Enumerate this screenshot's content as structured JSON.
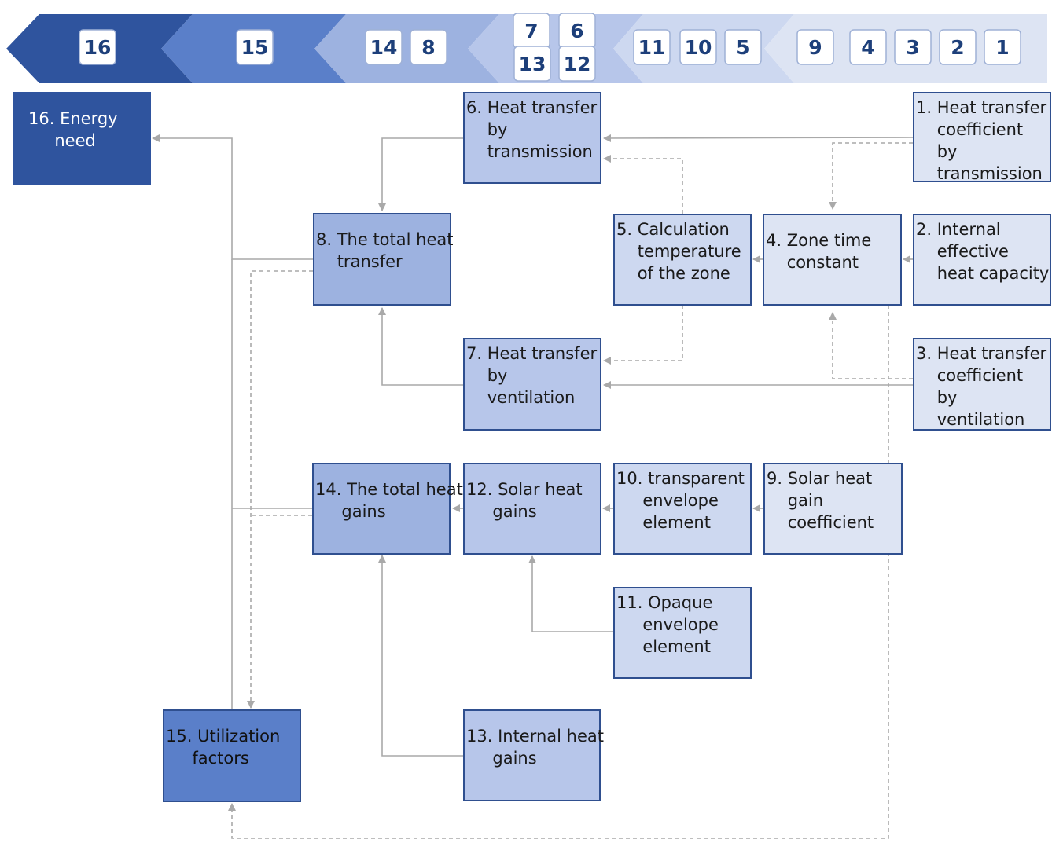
{
  "colors": {
    "accent_dark": "#2f549e",
    "accent_mid": "#5a7fc9",
    "accent_light": "#dde4f3",
    "border": "#2f4f8f",
    "connector": "#a9a9a9"
  },
  "banner": {
    "segments": [
      {
        "numbers": [
          "16"
        ]
      },
      {
        "numbers": [
          "15"
        ]
      },
      {
        "numbers": [
          "14",
          "8"
        ]
      },
      {
        "numbers": [
          "7",
          "6",
          "13",
          "12"
        ]
      },
      {
        "numbers": [
          "11",
          "10",
          "5"
        ]
      },
      {
        "numbers": [
          "9",
          "4",
          "3",
          "2",
          "1"
        ]
      }
    ]
  },
  "boxes": {
    "b1": {
      "text": "1. Heat transfer\n    coefficient\n    by\n    transmission"
    },
    "b2": {
      "text": "2. Internal\n    effective\n    heat capacity"
    },
    "b3": {
      "text": "3. Heat transfer\n    coefficient\n    by\n    ventilation"
    },
    "b4": {
      "text": "4. Zone time\n    constant"
    },
    "b5": {
      "text": "5. Calculation\n    temperature\n    of the zone"
    },
    "b6": {
      "text": "6. Heat transfer\n    by\n    transmission"
    },
    "b7": {
      "text": "7. Heat transfer\n    by\n    ventilation"
    },
    "b8": {
      "text": "8. The total heat\n    transfer"
    },
    "b9": {
      "text": "9. Solar heat\n    gain\n    coefficient"
    },
    "b10": {
      "text": "10. transparent\n     envelope\n     element"
    },
    "b11": {
      "text": "11. Opaque\n     envelope\n     element"
    },
    "b12": {
      "text": "12. Solar heat\n     gains"
    },
    "b13": {
      "text": "13. Internal heat\n     gains"
    },
    "b14": {
      "text": "14. The total heat\n     gains"
    },
    "b15": {
      "text": "15. Utilization\n     factors"
    },
    "b16": {
      "text": "16. Energy\n     need"
    }
  }
}
